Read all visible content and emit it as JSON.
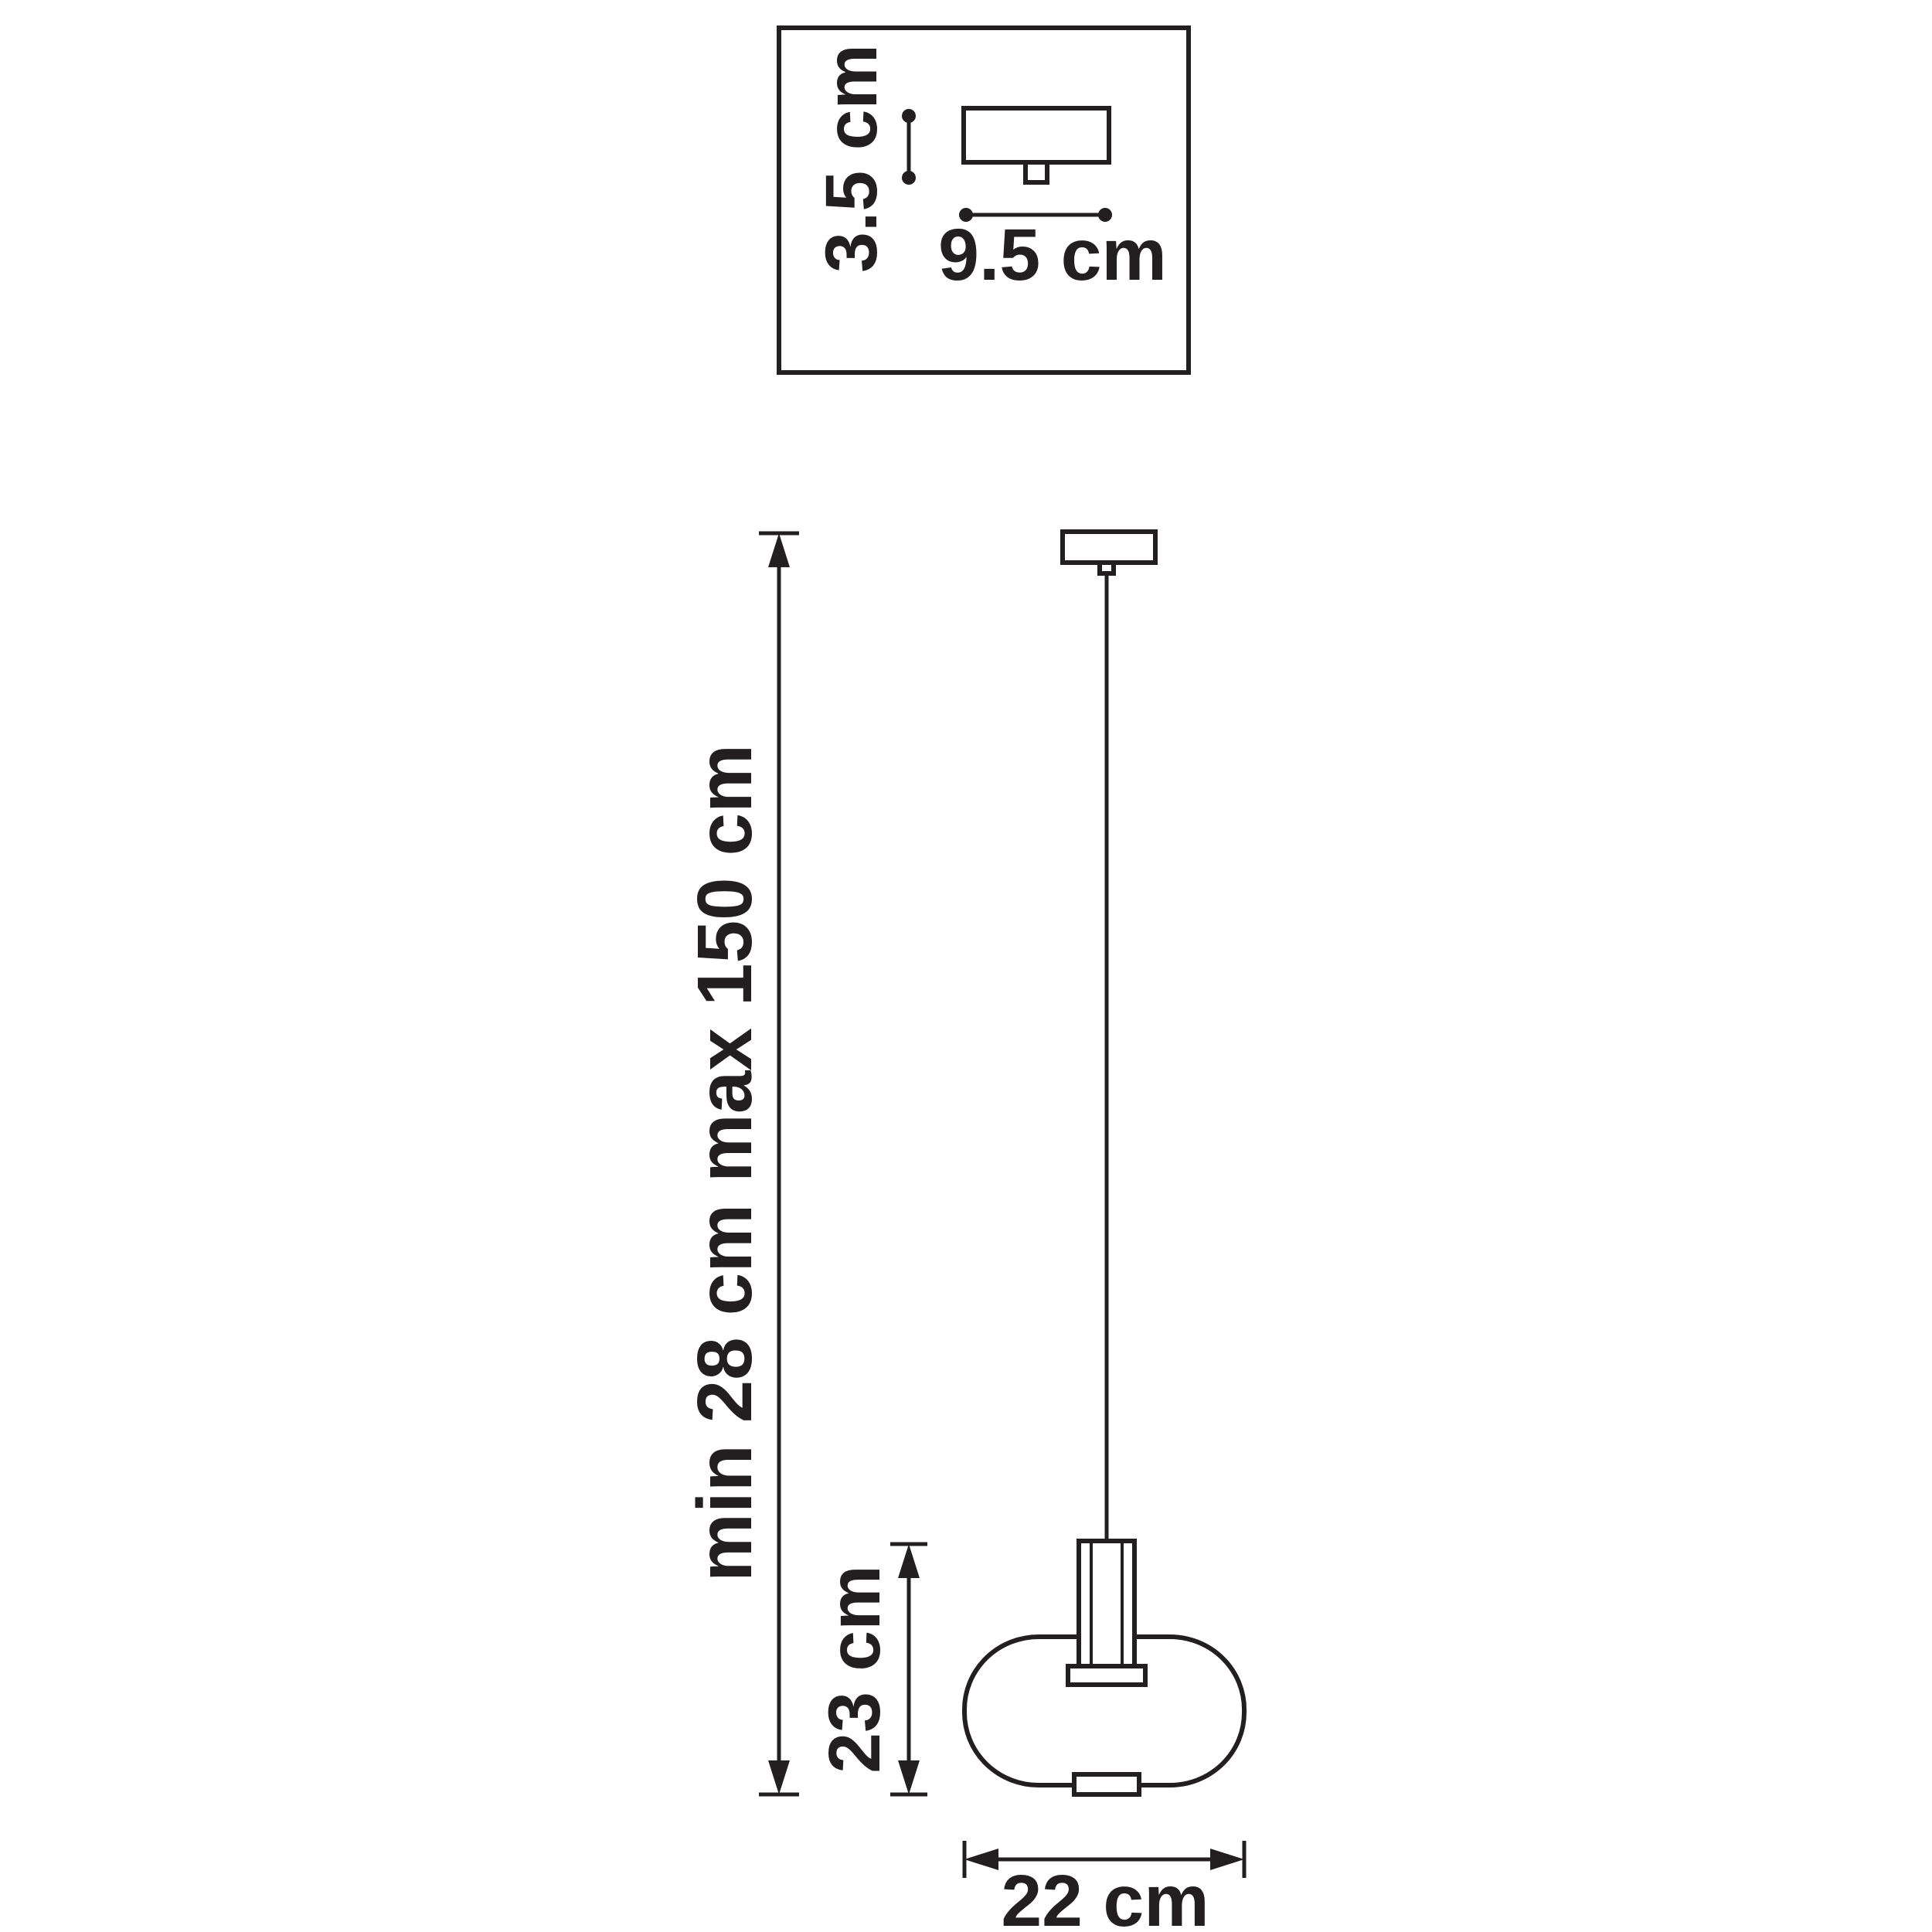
{
  "page": {
    "background_color": "#ffffff",
    "line_color": "#231f20",
    "description": "Technical dimension drawing of a pendant lamp with ceiling canopy detail inset"
  },
  "inset": {
    "height_label": "3.5 cm",
    "width_label": "9.5 cm"
  },
  "pendant": {
    "suspension_label": "min 28 cm max 150 cm",
    "shade_height_label": "23 cm",
    "shade_width_label": "22 cm"
  }
}
